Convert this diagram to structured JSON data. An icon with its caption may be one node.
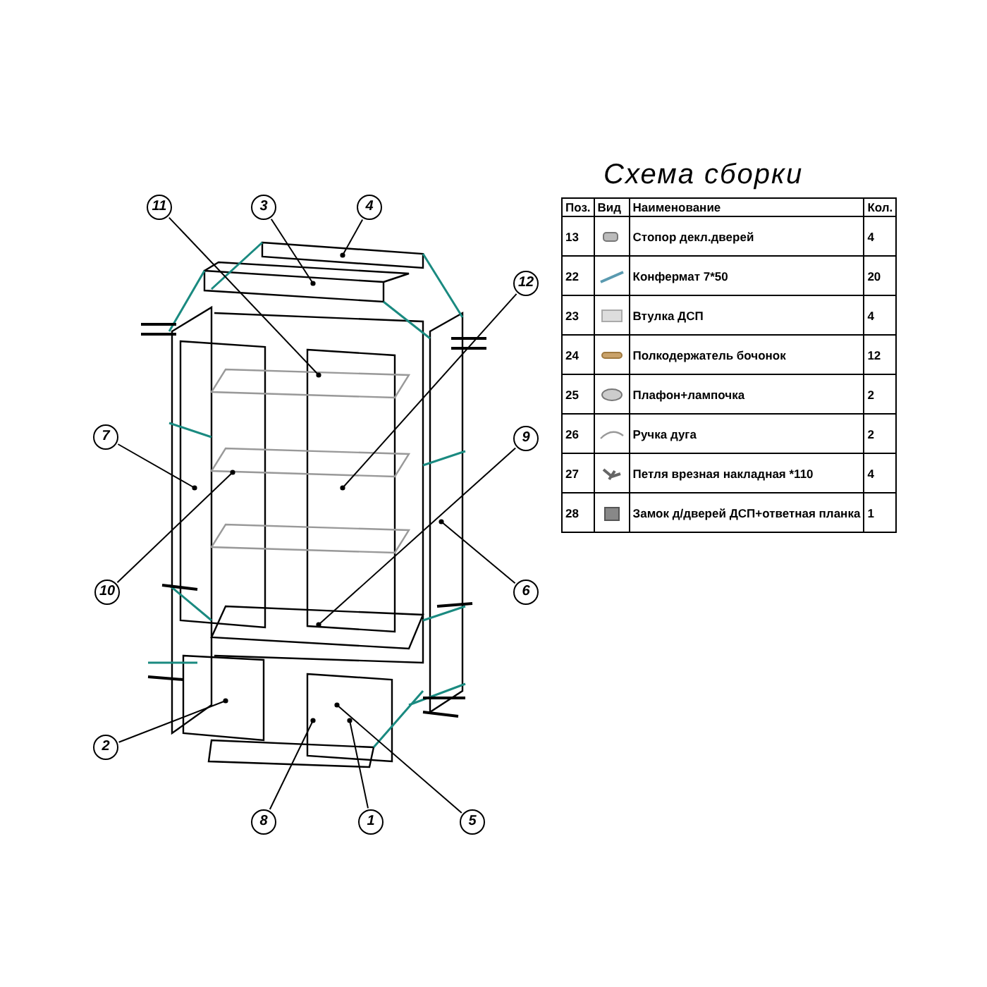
{
  "diagram": {
    "title": "Схема сборки",
    "nodes": [
      {
        "text": [
          "11"
        ]
      },
      {
        "text": [
          "3"
        ]
      },
      {
        "text": [
          "4"
        ]
      },
      {
        "text": [
          "12"
        ]
      },
      {
        "text": [
          "7"
        ]
      },
      {
        "text": [
          "9"
        ]
      },
      {
        "text": [
          "10"
        ]
      },
      {
        "text": [
          "6"
        ]
      },
      {
        "text": [
          "2"
        ]
      },
      {
        "text": [
          "8"
        ]
      },
      {
        "text": [
          "1"
        ]
      },
      {
        "text": [
          "5"
        ]
      }
    ],
    "edges": [
      {
        "from": 0,
        "to": null,
        "arrow": "other"
      },
      {
        "from": 1,
        "to": null,
        "arrow": "other"
      },
      {
        "from": 2,
        "to": null,
        "arrow": "other"
      },
      {
        "from": 3,
        "to": null,
        "arrow": "other"
      },
      {
        "from": 4,
        "to": null,
        "arrow": "other"
      },
      {
        "from": 5,
        "to": null,
        "arrow": "other"
      },
      {
        "from": 6,
        "to": null,
        "arrow": "other"
      },
      {
        "from": 7,
        "to": null,
        "arrow": "other"
      },
      {
        "from": 8,
        "to": null,
        "arrow": "other"
      },
      {
        "from": 9,
        "to": null,
        "arrow": "other"
      },
      {
        "from": 10,
        "to": null,
        "arrow": "other"
      },
      {
        "from": 11,
        "to": null,
        "arrow": "other"
      }
    ],
    "labels": [
      "Поз.",
      "Вид",
      "Наименование",
      "Кол.",
      "13",
      "Стопор декл.дверей",
      "4",
      "22",
      "Конфермат 7*50",
      "20",
      "23",
      "Втулка ДСП",
      "4",
      "24",
      "Полкодержатель бочонок",
      "12",
      "25",
      "Плафон+лампочка",
      "2",
      "26",
      "Ручка дуга",
      "2",
      "27",
      "Петля врезная накладная *110",
      "4",
      "28",
      "Замок д/дверей ДСП+ответная планка",
      "1"
    ]
  }
}
